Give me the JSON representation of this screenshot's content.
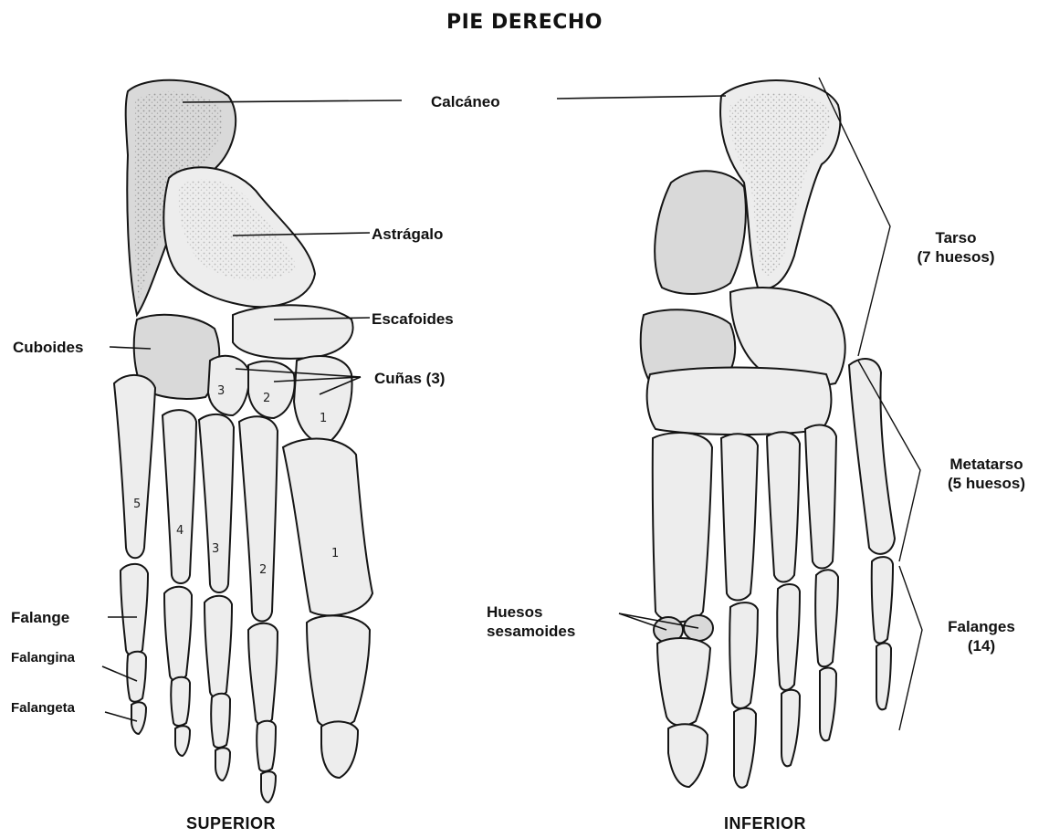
{
  "title": "PIE DERECHO",
  "labels": {
    "calcaneo": "Calcáneo",
    "astragalo": "Astrágalo",
    "escafoides": "Escafoides",
    "cuboides": "Cuboides",
    "cunas": "Cuñas (3)",
    "falange": "Falange",
    "falangina": "Falangina",
    "falangeta": "Falangeta",
    "tarso_line1": "Tarso",
    "tarso_line2": "(7 huesos)",
    "metatarso_line1": "Metatarso",
    "metatarso_line2": "(5 huesos)",
    "falanges_line1": "Falanges",
    "falanges_line2": "(14)",
    "sesamoides_line1": "Huesos",
    "sesamoides_line2": "sesamoides"
  },
  "views": {
    "superior": "SUPERIOR",
    "inferior": "INFERIOR"
  },
  "metatarsal_numbers": [
    "1",
    "2",
    "3",
    "4",
    "5"
  ],
  "cuneiform_numbers": [
    "1",
    "2",
    "3"
  ]
}
